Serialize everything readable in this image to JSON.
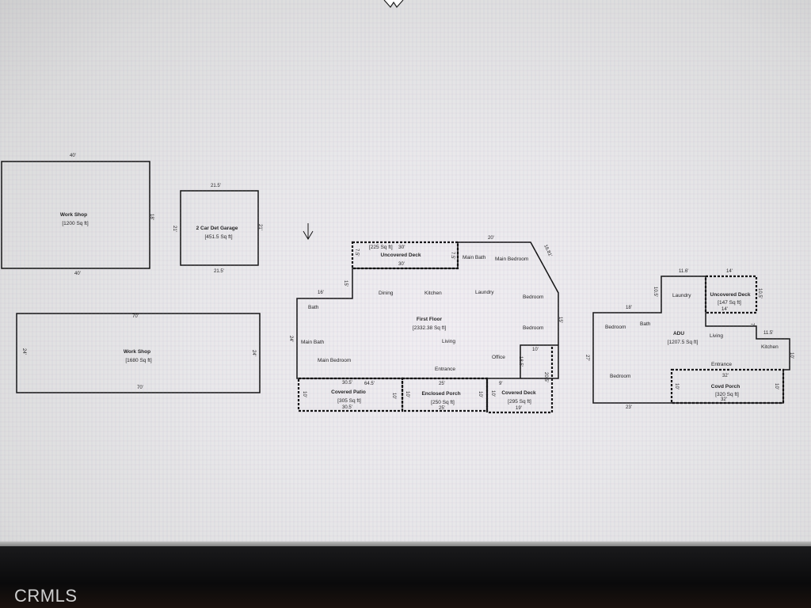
{
  "workshop_1": {
    "label": "Work Shop",
    "area": "[1200 Sq ft]",
    "top": "40'",
    "bottom": "40'",
    "right": "18'"
  },
  "garage": {
    "label": "2 Car Det Garage",
    "area": "[451.5 Sq ft]",
    "top": "21.5'",
    "bottom": "21.5'",
    "left": "21'",
    "right": "21'"
  },
  "workshop_2": {
    "label": "Work Shop",
    "area": "[1680 Sq ft]",
    "top": "70'",
    "bottom": "70'",
    "left": "24'",
    "right": "24'"
  },
  "main_house": {
    "deck": {
      "label": "Uncovered Deck",
      "area": "[225 Sq ft]",
      "top": "30'",
      "bottom": "30'",
      "left": "7.5'",
      "right": "7.5'"
    },
    "first_floor": {
      "label": "First Floor",
      "area": "[2332.38 Sq ft]"
    },
    "rooms": {
      "bath": "Bath",
      "main_bath": "Main  Bath",
      "main_bedroom": "Main   Bedroom",
      "dining": "Dining",
      "kitchen": "Kitchen",
      "laundry": "Laundry",
      "living": "Living",
      "office": "Office",
      "entrance": "Entrance",
      "bedroom_1": "Bedroom",
      "bedroom_2": "Bedroom",
      "main_bath_top": "Main  Bath",
      "main_bedroom_top": "Main   Bedroom"
    },
    "dims": {
      "top_20": "20'",
      "diag": "16.81'",
      "right_15": "15'",
      "left_16": "16'",
      "left_15": "15'",
      "left_24": "24'",
      "office_10": "10'",
      "office_185": "18.5'",
      "b_305": "30.5'",
      "b_645": "64.5'",
      "b_25": "25'",
      "b_9": "9'",
      "right_205": "20.5'"
    },
    "patio": {
      "label": "Covered Patio",
      "area": "[305 Sq ft]",
      "bottom": "30.5'",
      "left": "10'",
      "right": "10'"
    },
    "porch": {
      "label": "Enclosed Porch",
      "area": "[250 Sq ft]",
      "bottom": "25'",
      "left": "10'",
      "right": "10'"
    },
    "cdeck": {
      "label": "Covered Deck",
      "area": "[295 Sq ft]",
      "bottom": "19'",
      "left": "10'"
    }
  },
  "adu": {
    "label": "ADU",
    "area": "[1207.5 Sq ft]",
    "rooms": {
      "laundry": "Laundry",
      "bedroom_1": "Bedroom",
      "bath": "Bath",
      "living": "Living",
      "kitchen": "Kitchen",
      "entrance": "Entrance",
      "bedroom_2": "Bedroom"
    },
    "dims": {
      "top_116": "11.6'",
      "left_105": "10.5'",
      "top_18": "18'",
      "left_27": "27'",
      "bottom_23": "23'",
      "r_115": "11.5'",
      "r_10": "10'",
      "r_7": "7'"
    },
    "deck": {
      "label": "Uncovered Deck",
      "area": "[147 Sq ft]",
      "top": "14'",
      "bottom": "14'",
      "side": "10.5'"
    },
    "porch": {
      "label": "Covd Porch",
      "area": "[320 Sq ft]",
      "top": "32'",
      "bottom": "32'",
      "left": "10'",
      "right": "10'"
    }
  },
  "watermark": "CRMLS"
}
